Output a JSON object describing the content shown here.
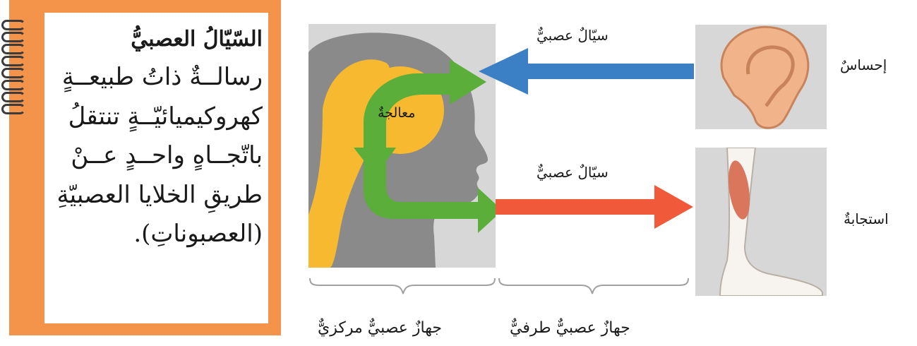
{
  "card": {
    "title": "السّيّالُ العصبيُّ",
    "lines": [
      "رسالــةٌ ذاتُ طبيعــةٍ",
      "كهروكيميائيّــةٍ تنتقلُ",
      "باتّجــاهٍ واحــدٍ عــنْ",
      "طريقِ الخلايا العصبيّةِ",
      "(العصبوناتِ)."
    ]
  },
  "diagram": {
    "processing_label": "معالجةٌ",
    "top_arrow_label": "سيّالٌ عصبيٌّ",
    "bottom_arrow_label": "سيّالٌ عصبيٌّ",
    "sensation_label": "إحساسٌ",
    "response_label": "استجابةٌ",
    "central_system_label": "جهازٌ عصبيٌّ مركزيٌّ",
    "peripheral_system_label": "جهازٌ عصبيٌّ طرفيٌّ"
  },
  "colors": {
    "card_orange": "#F4934A",
    "green_arrow": "#5BAE3A",
    "blue_arrow": "#3B7FC4",
    "red_arrow": "#F05A3A",
    "brain_yellow": "#F7B930",
    "panel_gray": "#D7D7D7",
    "silhouette_gray": "#8A8A8A"
  }
}
